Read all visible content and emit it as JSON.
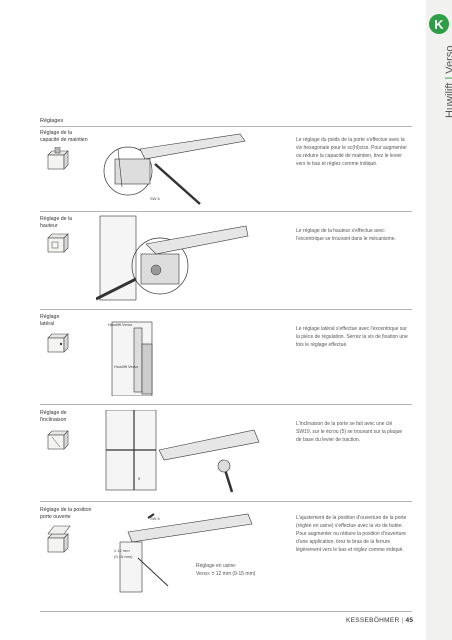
{
  "header": {
    "logo_letter": "K",
    "brand_product": "Huwilift",
    "brand_sep": "|",
    "brand_model": "Verso",
    "accent_color": "#2e9e46"
  },
  "page": {
    "top_label": "Réglages"
  },
  "sections": [
    {
      "title_line1": "Réglage de la",
      "title_line2": "capacité de maintien",
      "description": "Le réglage du poids de la porte s'effectue avec la vis hexagonale pour le sc(hl)ciss. Pour augmenter ou réduire la capacité de maintien, tirez le levier vers le bas et réglez comme indiqué.",
      "labels": [
        "SW 6"
      ]
    },
    {
      "title_line1": "Réglage de la",
      "title_line2": "hauteur",
      "description": "Le réglage de la hauteur s'effectue avec l'excentrique se trouvant dans le mécanisme.",
      "labels": []
    },
    {
      "title_line1": "Réglage",
      "title_line2": "latéral",
      "description": "Le réglage latéral s'effectue avec l'excentrique sur la pièce de régulation. Serrez la vis de fixation une fois le réglage effectué.",
      "labels": [
        "Huwilift Verso",
        "Huwilift Verso"
      ]
    },
    {
      "title_line1": "Réglage de",
      "title_line2": "l'inclinaison",
      "description": "L'inclinaison de la porte se fait avec une clé SW19, sur le écrou (5) se trouvant sur la plaque de base du levier de traction.",
      "labels": [
        "5"
      ]
    },
    {
      "title_line1": "Réglage de la position",
      "title_line2": "porte ouverte",
      "description": "L'ajustement de la position d'ouverture de la porte (réglée en usine) s'effectue avec la vis de butée. Pour augmenter ou réduire la position d'ouverture d'une application, tirez le bras de la ferrure légèrement vers le bas et réglez comme indiqué.",
      "labels": [
        "SW 6",
        "± 12 mm",
        "(9-15 mm)"
      ]
    }
  ],
  "caption": {
    "line1": "Réglage en usine:",
    "line2": "Verso:   ± 12 mm (9-15 mm)"
  },
  "footer": {
    "company": "KESSEBÖHMER",
    "sep": "|",
    "page_number": "45"
  }
}
